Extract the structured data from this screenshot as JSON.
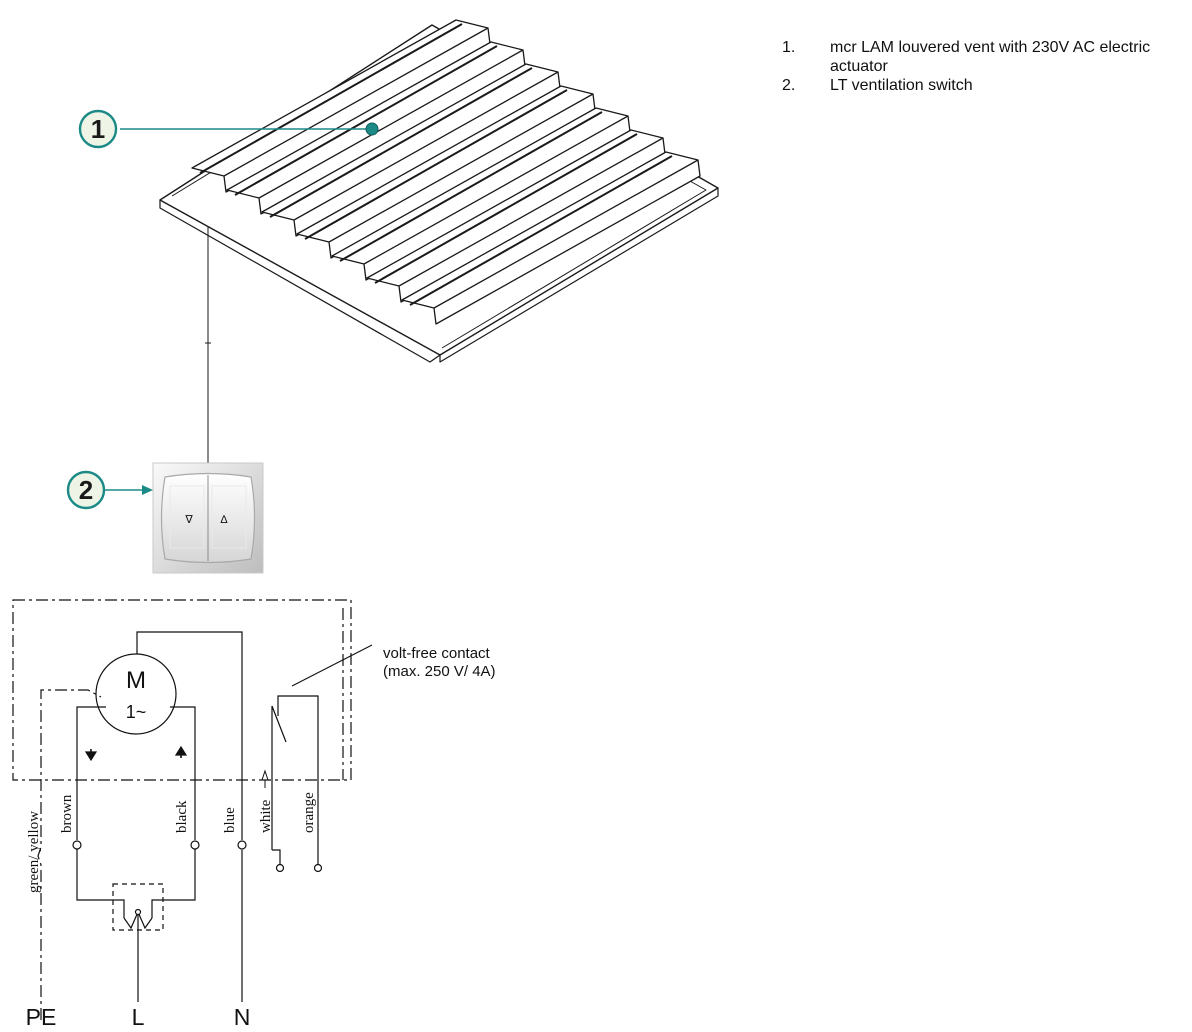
{
  "legend": {
    "items": [
      {
        "num": "1.",
        "text": "mcr LAM louvered vent with 230V AC electric actuator"
      },
      {
        "num": "2.",
        "text": "LT ventilation switch"
      }
    ]
  },
  "callouts": [
    {
      "label": "1"
    },
    {
      "label": "2"
    }
  ],
  "switch": {
    "down_symbol": "∇",
    "up_symbol": "∆"
  },
  "motor": {
    "label": "M",
    "phase": "1~"
  },
  "contact_note": {
    "line1": "volt-free contact",
    "line2": "(max. 250 V/ 4A)"
  },
  "wires": [
    "green/ yellow",
    "brown",
    "black",
    "blue",
    "white",
    "orange"
  ],
  "terminals": [
    "PE",
    "L",
    "N"
  ],
  "colors": {
    "callout_teal": "#1b8a87",
    "callout_fill": "#eef5e6",
    "line": "#111111"
  }
}
